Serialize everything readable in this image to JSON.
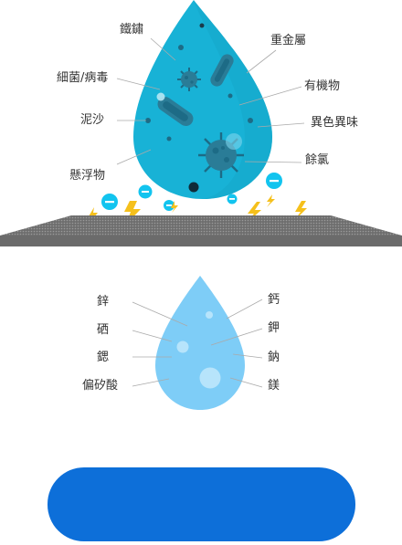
{
  "contaminants": {
    "iron_rust": "鐵鏽",
    "bacteria_virus": "細菌/病毒",
    "sediment": "泥沙",
    "suspended": "懸浮物",
    "heavy_metals": "重金屬",
    "organics": "有機物",
    "odor": "異色異味",
    "chlorine": "餘氯"
  },
  "minerals": {
    "zinc": "鋅",
    "selenium": "硒",
    "strontium": "鍶",
    "metasilicate": "偏矽酸",
    "calcium": "鈣",
    "potassium": "鉀",
    "sodium": "鈉",
    "magnesium": "鎂"
  },
  "colors": {
    "dirty_drop": "#18b2d6",
    "clean_drop": "#7ecdf7",
    "spark": "#f5c01c",
    "ion": "#12c4ef",
    "membrane": "#7a7a7a",
    "button": "#0d6fd9"
  },
  "cta": {
    "label": ""
  }
}
